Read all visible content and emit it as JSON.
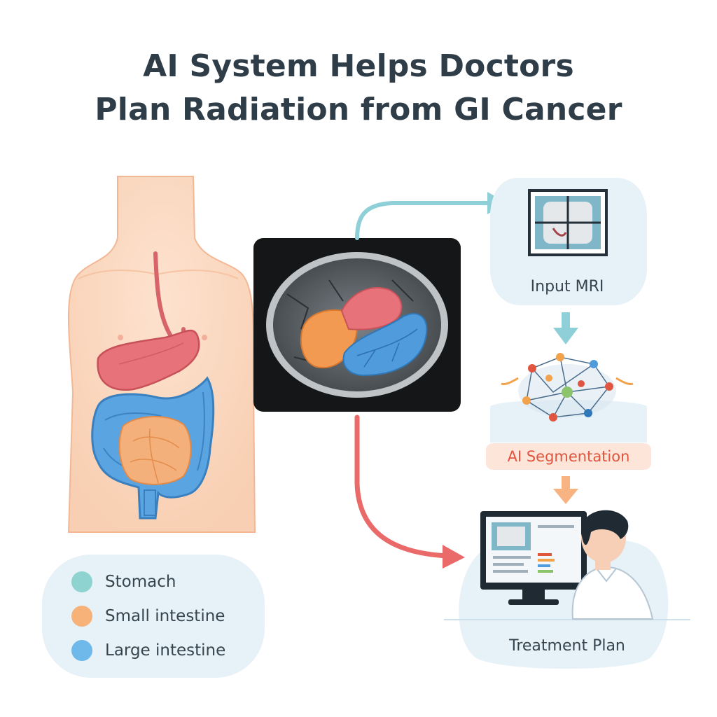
{
  "title": {
    "line1": "AI System Helps Doctors",
    "line2": "Plan Radiation from GI Cancer"
  },
  "legend": [
    {
      "label": "Stomach",
      "color": "#8fd3d1"
    },
    {
      "label": "Small intestine",
      "color": "#f7b27a"
    },
    {
      "label": "Large intestine",
      "color": "#6fb8ea"
    }
  ],
  "steps": {
    "input": "Input MRI",
    "segmentation": "AI Segmentation",
    "plan": "Treatment Plan"
  },
  "colors": {
    "stomach": "#e8727a",
    "small_intestine": "#f39a52",
    "large_intestine": "#4f9bdc",
    "arrow_teal": "#8fd0d8",
    "arrow_red": "#ea6a6a",
    "arrow_orange": "#f7b482"
  }
}
